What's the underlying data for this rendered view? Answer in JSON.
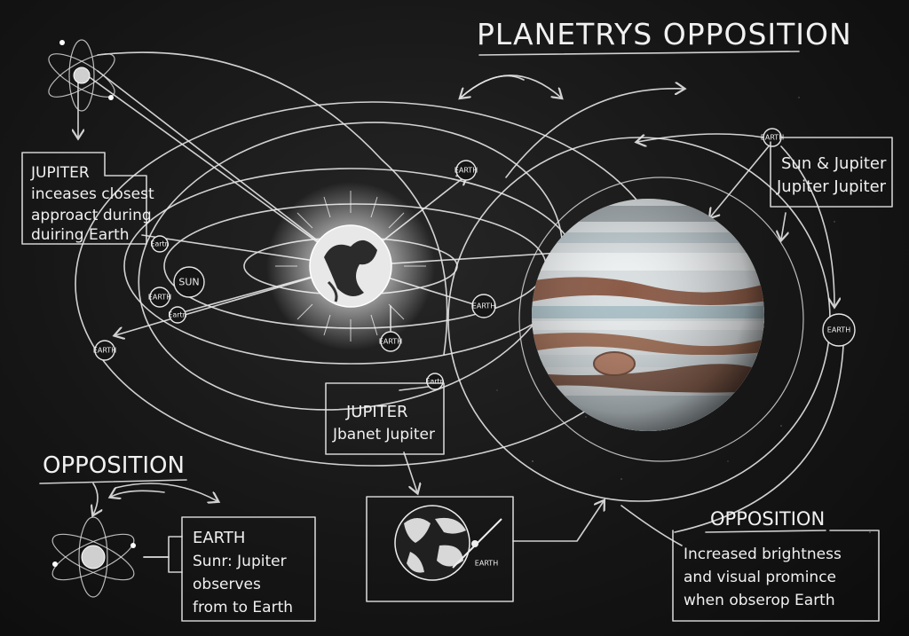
{
  "title": "PLANETRYS OPPOSITION",
  "heading_left": "OPPOSITION",
  "heading_right": "OPPOSITION",
  "box_jupiter_approach": [
    "JUPITER",
    "inceases closest",
    "approact during",
    "duiring Earth"
  ],
  "box_sun_jupiter": [
    "Sun & Jupiter",
    "Jupiter Jupiter"
  ],
  "box_center": [
    "JUPITER",
    "Jbanet Jupiter"
  ],
  "box_earth": [
    "EARTH",
    "Sunr: Jupiter",
    "observes",
    "from to Earth"
  ],
  "box_brightness": [
    "Increased brightness",
    "and visual promince",
    "when obserop Earth"
  ],
  "node_labels": {
    "earth": "EARTH",
    "sun": "SUN",
    "earth_small": "Eartn",
    "globe_earth": "EARTH"
  },
  "colors": {
    "board": "#141414",
    "chalk": "#e6e6e6",
    "jupiter_band_light": "#dfe3e4",
    "jupiter_band_brown": "#8a5a46",
    "jupiter_band_blue": "#a9bfc6",
    "great_red_spot": "#b07a62"
  },
  "icons": [
    "atom-icon",
    "sun-earth-icon",
    "jupiter-planet-icon",
    "globe-icon"
  ]
}
